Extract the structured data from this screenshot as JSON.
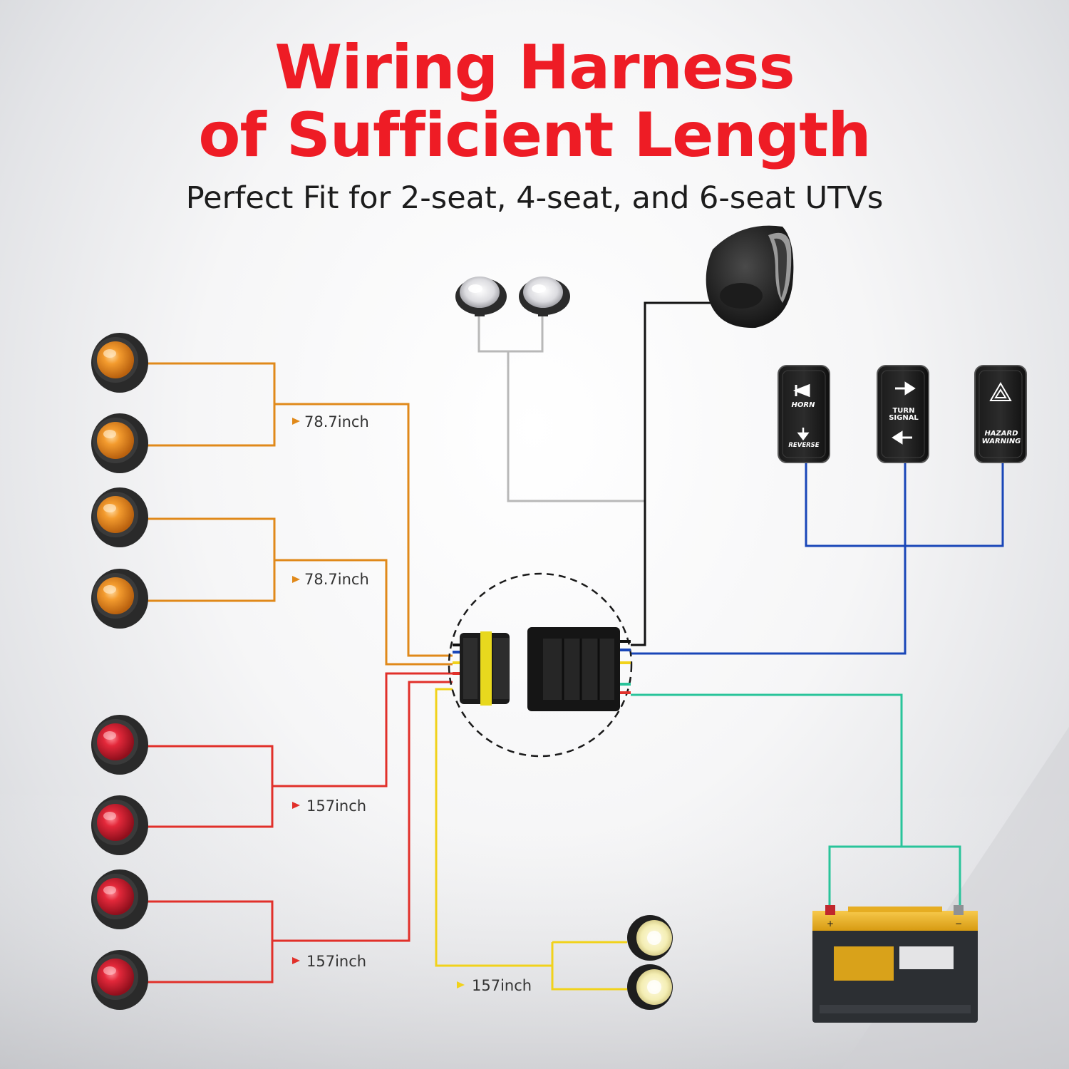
{
  "header": {
    "title_line1": "Wiring Harness",
    "title_line2": "of Sufficient Length",
    "subtitle": "Perfect Fit for 2-seat, 4-seat, and 6-seat UTVs"
  },
  "lengths": {
    "amber_upper": "78.7inch",
    "amber_lower": "78.7inch",
    "red_upper": "157inch",
    "red_lower": "157inch",
    "yellow": "157inch"
  },
  "switches": {
    "horn_reverse": {
      "top": "HORN",
      "bottom": "REVERSE"
    },
    "turn_signal": {
      "line1": "TURN",
      "line2": "SIGNAL"
    },
    "hazard": {
      "line1": "HAZARD",
      "line2": "WARNING"
    }
  },
  "battery": {
    "plus": "+",
    "minus": "−"
  },
  "colors": {
    "title": "#ee1c25",
    "amber_wire": "#e0891a",
    "red_wire": "#e1302a",
    "yellow_wire": "#f1d21b",
    "blue_wire": "#1946b8",
    "teal_wire": "#29c49a",
    "gray_wire": "#b8b8b8",
    "black_wire": "#111111"
  },
  "icons": {
    "amber_light": "amber-marker-light-icon",
    "red_light": "red-marker-light-icon",
    "clear_light": "clear-marker-light-icon",
    "eagle_light": "eagle-eye-light-icon",
    "horn": "horn-icon",
    "battery": "battery-icon",
    "connector": "waterproof-connector-icon"
  }
}
